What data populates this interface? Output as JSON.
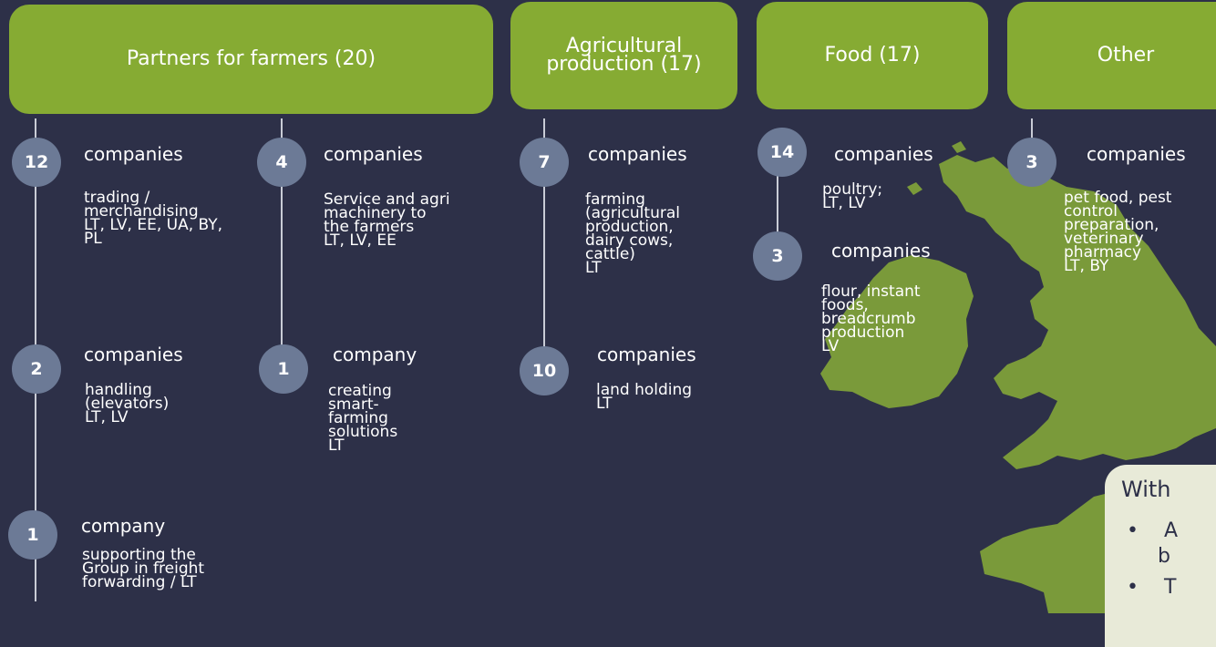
{
  "headers": {
    "partners": "Partners for farmers (20)",
    "agri": "Agricultural\nproduction (17)",
    "food": "Food (17)",
    "other": "Other"
  },
  "nodes": {
    "n12": {
      "count": "12",
      "label": "companies",
      "desc": "trading /\nmerchandising\nLT, LV, EE, UA, BY,\nPL"
    },
    "n2": {
      "count": "2",
      "label": "companies",
      "desc": "handling\n(elevators)\nLT, LV"
    },
    "n1a": {
      "count": "1",
      "label": "company",
      "desc": "supporting  the\nGroup in freight\nforwarding / LT"
    },
    "n4": {
      "count": "4",
      "label": "companies",
      "desc": "Service and agri\nmachinery to\nthe farmers\nLT, LV, EE"
    },
    "n1b": {
      "count": "1",
      "label": "company",
      "desc": "creating\nsmart-\nfarming\nsolutions\nLT"
    },
    "n7": {
      "count": "7",
      "label": "companies",
      "desc": "farming\n(agricultural\nproduction,\ndairy cows,\ncattle)\nLT"
    },
    "n10": {
      "count": "10",
      "label": "companies",
      "desc": "land holding\nLT"
    },
    "n14": {
      "count": "14",
      "label": "companies",
      "desc": "poultry;\nLT, LV"
    },
    "n3a": {
      "count": "3",
      "label": "companies",
      "desc": "flour, instant\nfoods,\nbreadcrumb\nproduction\nLV"
    },
    "n3b": {
      "count": "3",
      "label": "companies",
      "desc": "pet food, pest\ncontrol\npreparation,\nveterinary\npharmacy\nLT, BY"
    }
  },
  "callout": {
    "title": "With",
    "bullets": [
      "A",
      "b",
      "T"
    ]
  },
  "colors": {
    "background": "#2d3048",
    "header_green": "#86ab33",
    "badge": "#6c7a96",
    "map_green": "#7a9a3a",
    "callout_bg": "#e8ead8"
  }
}
